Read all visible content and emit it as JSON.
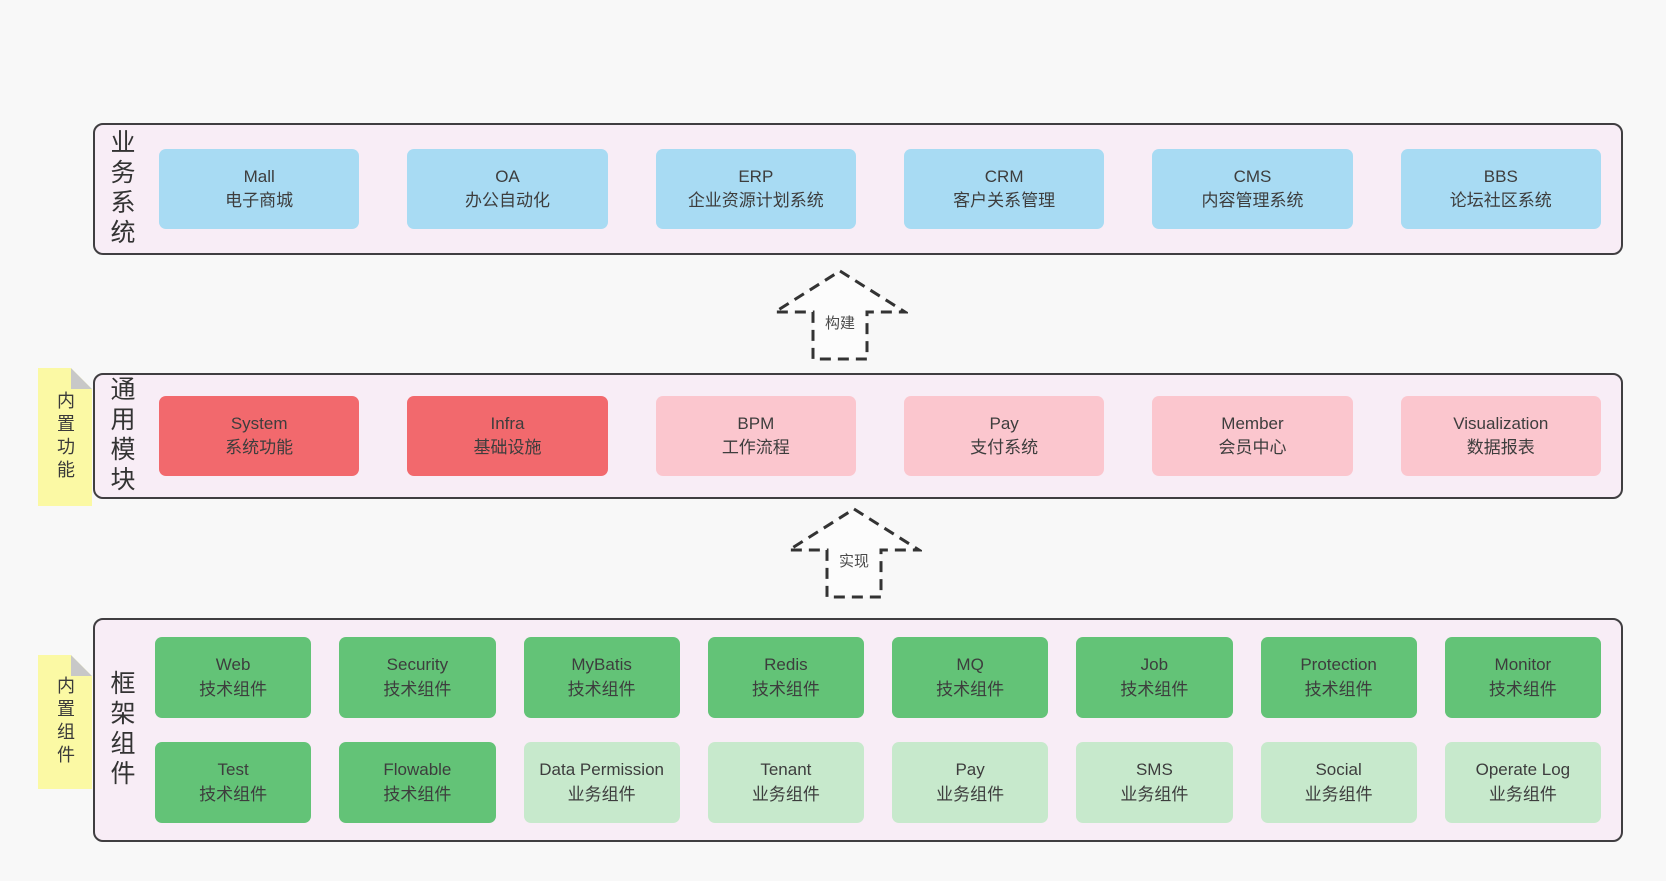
{
  "colors": {
    "page_bg": "#f8f8f8",
    "band_bg": "#f8edf6",
    "band_border": "#403e41",
    "blue": "#a8dbf3",
    "red": "#f2696d",
    "pink": "#fbc6ce",
    "green": "#63c377",
    "lightgreen": "#c7e9cc",
    "sticky_yellow": "#fbf9a4",
    "fold_gray": "#c8c8c8",
    "text": "#3d3d3d"
  },
  "arrows": [
    {
      "label": "构建"
    },
    {
      "label": "实现"
    }
  ],
  "bands": [
    {
      "label": "业务系统",
      "boxes": [
        {
          "en": "Mall",
          "zh": "电子商城",
          "type": "blue"
        },
        {
          "en": "OA",
          "zh": "办公自动化",
          "type": "blue"
        },
        {
          "en": "ERP",
          "zh": "企业资源计划系统",
          "type": "blue"
        },
        {
          "en": "CRM",
          "zh": "客户关系管理",
          "type": "blue"
        },
        {
          "en": "CMS",
          "zh": "内容管理系统",
          "type": "blue"
        },
        {
          "en": "BBS",
          "zh": "论坛社区系统",
          "type": "blue"
        }
      ]
    },
    {
      "label": "通用模块",
      "sticky": "内置功能",
      "boxes": [
        {
          "en": "System",
          "zh": "系统功能",
          "type": "red"
        },
        {
          "en": "Infra",
          "zh": "基础设施",
          "type": "red"
        },
        {
          "en": "BPM",
          "zh": "工作流程",
          "type": "pink"
        },
        {
          "en": "Pay",
          "zh": "支付系统",
          "type": "pink"
        },
        {
          "en": "Member",
          "zh": "会员中心",
          "type": "pink"
        },
        {
          "en": "Visualization",
          "zh": "数据报表",
          "type": "pink"
        }
      ]
    },
    {
      "label": "框架组件",
      "sticky": "内置组件",
      "rows": [
        [
          {
            "en": "Web",
            "zh": "技术组件",
            "type": "green"
          },
          {
            "en": "Security",
            "zh": "技术组件",
            "type": "green"
          },
          {
            "en": "MyBatis",
            "zh": "技术组件",
            "type": "green"
          },
          {
            "en": "Redis",
            "zh": "技术组件",
            "type": "green"
          },
          {
            "en": "MQ",
            "zh": "技术组件",
            "type": "green"
          },
          {
            "en": "Job",
            "zh": "技术组件",
            "type": "green"
          },
          {
            "en": "Protection",
            "zh": "技术组件",
            "type": "green"
          },
          {
            "en": "Monitor",
            "zh": "技术组件",
            "type": "green"
          }
        ],
        [
          {
            "en": "Test",
            "zh": "技术组件",
            "type": "green"
          },
          {
            "en": "Flowable",
            "zh": "技术组件",
            "type": "green"
          },
          {
            "en": "Data Permission",
            "zh": "业务组件",
            "type": "lightgreen"
          },
          {
            "en": "Tenant",
            "zh": "业务组件",
            "type": "lightgreen"
          },
          {
            "en": "Pay",
            "zh": "业务组件",
            "type": "lightgreen"
          },
          {
            "en": "SMS",
            "zh": "业务组件",
            "type": "lightgreen"
          },
          {
            "en": "Social",
            "zh": "业务组件",
            "type": "lightgreen"
          },
          {
            "en": "Operate Log",
            "zh": "业务组件",
            "type": "lightgreen"
          }
        ]
      ]
    }
  ]
}
